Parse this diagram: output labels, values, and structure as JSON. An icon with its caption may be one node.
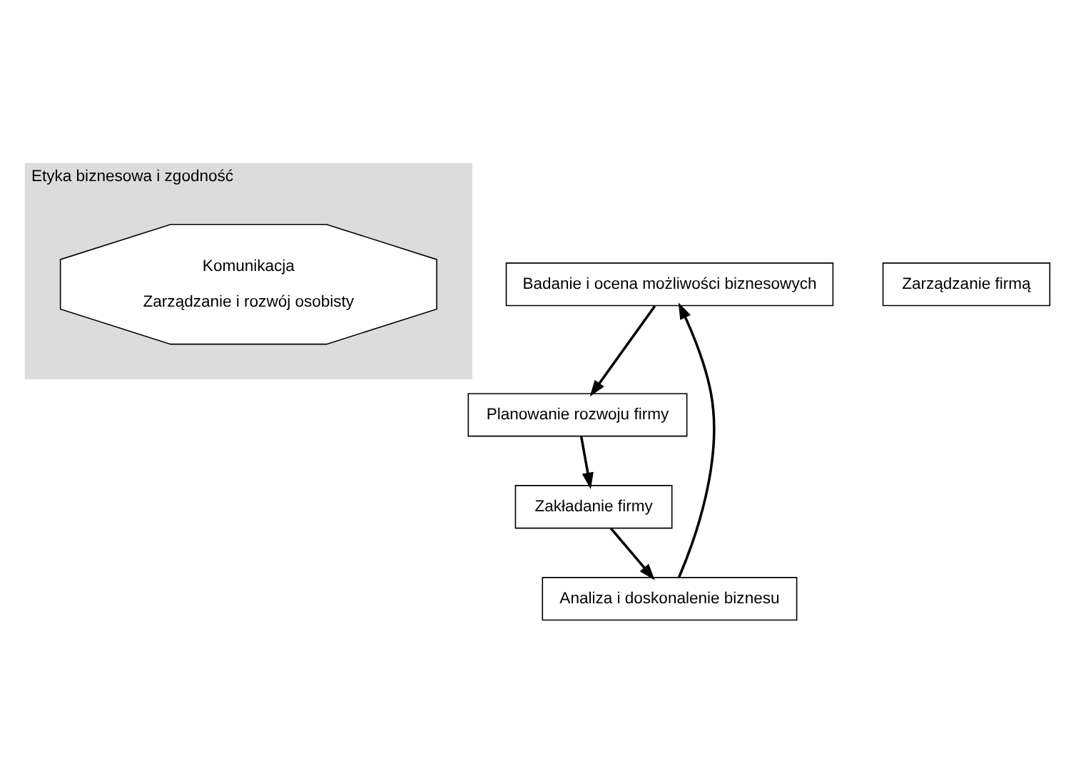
{
  "diagram": {
    "nodes": [
      {
        "text": [
          "Etyka biznesowa i zgodność"
        ]
      },
      {
        "text": [
          "Komunikacja",
          "Zarządzanie i rozwój osobisty"
        ],
        "in": 0
      },
      {
        "text": [
          "Badanie i ocena możliwości biznesowych"
        ]
      },
      {
        "text": [
          "Planowanie rozwoju firmy"
        ]
      },
      {
        "text": [
          "Zakładanie firmy"
        ]
      },
      {
        "text": [
          "Zarządzanie firmą"
        ]
      },
      {
        "text": [
          "Analiza i doskonalenie biznesu"
        ]
      }
    ],
    "edges": [
      {
        "from": 2,
        "to": 3,
        "arrow": "to"
      },
      {
        "from": 3,
        "to": 4,
        "arrow": "to"
      },
      {
        "from": 4,
        "to": 6,
        "arrow": "to"
      },
      {
        "from": 6,
        "to": 2,
        "arrow": "to"
      }
    ]
  }
}
